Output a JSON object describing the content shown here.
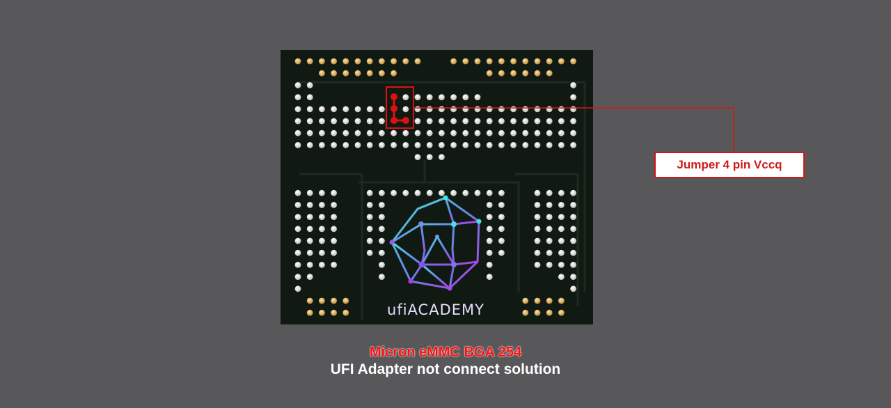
{
  "callout": {
    "label": "Jumper 4 pin Vccq"
  },
  "caption": {
    "title": "Micron eMMC BGA 254",
    "subtitle": "UFI Adapter not connect solution"
  },
  "logo": {
    "text": "ufiACADEMY"
  },
  "colors": {
    "background": "#58585a",
    "chip": "#101a12",
    "ball": "#e6e6e2",
    "gold_ball": "#e2b865",
    "highlight": "#e01010",
    "logo_cyan": "#45e3df",
    "logo_purple": "#9b3be6"
  }
}
